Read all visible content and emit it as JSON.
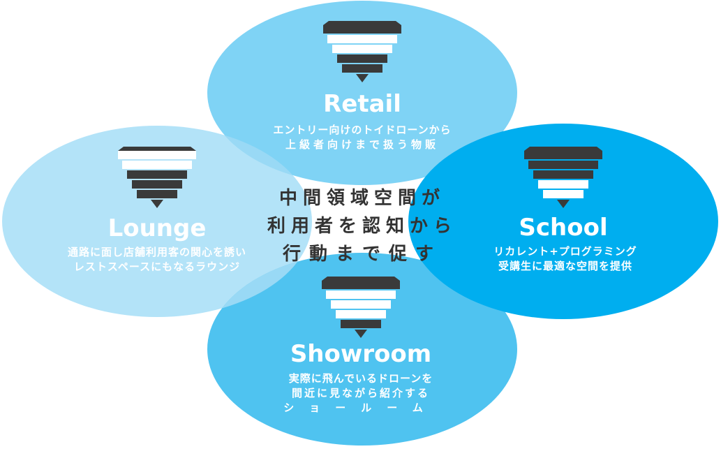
{
  "colors": {
    "retail": "#7fd3f5",
    "lounge": "#b3e3f8",
    "school": "#00aeef",
    "showroom": "#4fc3f0",
    "overlap": "#99d9f5",
    "funnel_dark": "#3a3a3a",
    "funnel_light": "#ffffff",
    "text_dark": "#333333"
  },
  "center": {
    "lines": [
      "中間領域空間が",
      "利用者を認知から",
      "行動まで促す"
    ]
  },
  "circles": [
    {
      "key": "retail",
      "title": "Retail",
      "desc": [
        "エントリー向けのトイドローンから",
        "上級者向けまで扱う物販"
      ],
      "funnel": [
        "dark",
        "light",
        "light",
        "dark",
        "dark"
      ],
      "icon": "funnel-icon"
    },
    {
      "key": "lounge",
      "title": "Lounge",
      "desc": [
        "通路に面し店舗利用客の関心を誘い",
        "レストスペースにもなるラウンジ"
      ],
      "funnel": [
        "light",
        "light",
        "dark",
        "dark",
        "dark"
      ],
      "icon": "funnel-icon"
    },
    {
      "key": "school",
      "title": "School",
      "desc": [
        "リカレント+プログラミング",
        "受講生に最適な空間を提供"
      ],
      "funnel": [
        "dark",
        "dark",
        "dark",
        "light",
        "light"
      ],
      "icon": "funnel-icon"
    },
    {
      "key": "showroom",
      "title": "Showroom",
      "desc": [
        "実際に飛んでいるドローンを",
        "間近に見ながら紹介する",
        "ショールーム"
      ],
      "funnel": [
        "dark",
        "light",
        "light",
        "light",
        "dark"
      ],
      "icon": "funnel-icon"
    }
  ]
}
